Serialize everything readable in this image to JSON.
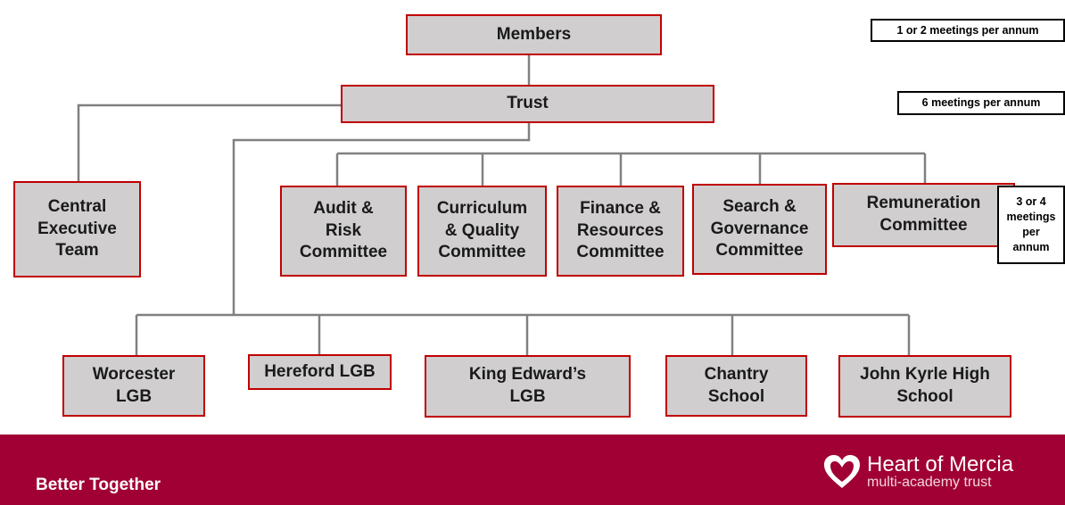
{
  "chart": {
    "members": "Members",
    "trust": "Trust",
    "central_team": [
      "Central",
      "Executive",
      "Team"
    ],
    "committees": [
      [
        "Audit &",
        "Risk",
        "Committee"
      ],
      [
        "Curriculum",
        "& Quality",
        "Committee"
      ],
      [
        "Finance &",
        "Resources",
        "Committee"
      ],
      [
        "Search &",
        "Governance",
        "Committee"
      ],
      [
        "Remuneration",
        "Committee"
      ]
    ],
    "lgbs": [
      [
        "Worcester",
        "LGB"
      ],
      [
        "Hereford LGB"
      ],
      [
        "King Edward’s",
        "LGB"
      ],
      [
        "Chantry",
        "School"
      ],
      [
        "John Kyrle High",
        "School"
      ]
    ]
  },
  "notes": {
    "members": "1 or 2 meetings per annum",
    "trust": "6 meetings per annum",
    "committees": [
      "3 or 4",
      "meetings",
      "per",
      "annum"
    ]
  },
  "footer": {
    "tagline": "Better Together",
    "brand_name": "Heart of Mercia",
    "brand_sub": "multi-academy trust"
  },
  "colors": {
    "node_fill": "#d0cece",
    "node_border": "#c00000",
    "connector": "#808080",
    "footer_bg": "#a00034"
  }
}
